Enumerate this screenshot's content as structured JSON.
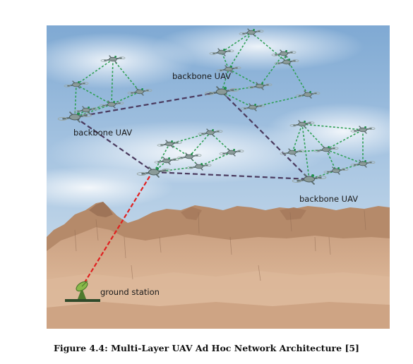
{
  "labels": {
    "backbone_top": "backbone UAV",
    "backbone_left": "backbone UAV",
    "backbone_right": "backbone UAV",
    "ground": "ground station"
  },
  "caption": "Figure 4.4: Multi-Layer UAV Ad Hoc Network Architecture [5]",
  "colors": {
    "backbone_link": "#4a3a5e",
    "cluster_link": "#2f9f55",
    "ground_link": "#e02020"
  }
}
